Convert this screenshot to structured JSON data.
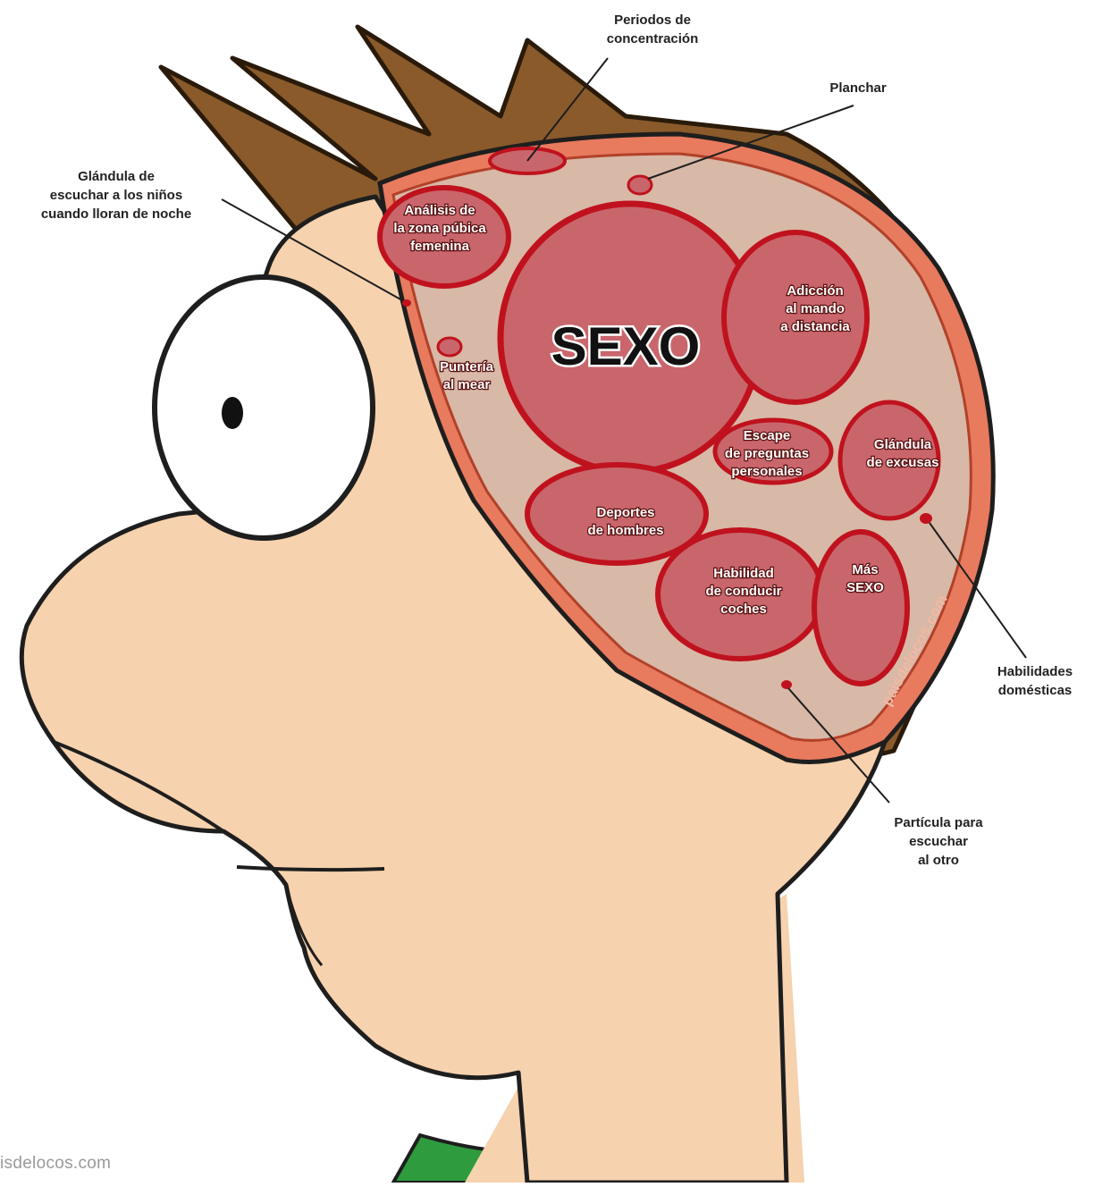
{
  "diagram": {
    "center_label": "SEXO",
    "regions": {
      "analisis": "Análisis de\nla zona púbica\nfemenina",
      "punteria": "Puntería\nal mear",
      "adiccion": "Adicción\nal mando\na distancia",
      "escape": "Escape\nde preguntas\npersonales",
      "glandula_excusas": "Glándula\nde excusas",
      "deportes": "Deportes\nde hombres",
      "habilidad": "Habilidad\nde conducir\ncoches",
      "mas_sexo": "Más\nSEXO"
    },
    "callouts": {
      "periodos": "Periodos de\nconcentración",
      "planchar": "Planchar",
      "glandula_ninos": "Glándula de\nescuchar a los niños\ncuando lloran de noche",
      "habilidades_domesticas": "Habilidades\ndomésticas",
      "particula": "Partícula para\nescuchar\nal otro"
    },
    "watermark_bottom": "isdelocos.com",
    "watermark_brain": "paisdelocos.com"
  },
  "colors": {
    "skin": "#f6d2ae",
    "hair": "#8a5a2b",
    "brain": "#d8b8a6",
    "lobe_fill": "#c9666c",
    "lobe_border": "#c0121e",
    "skull": "#e87a5e",
    "shirt": "#2e9b3e"
  }
}
